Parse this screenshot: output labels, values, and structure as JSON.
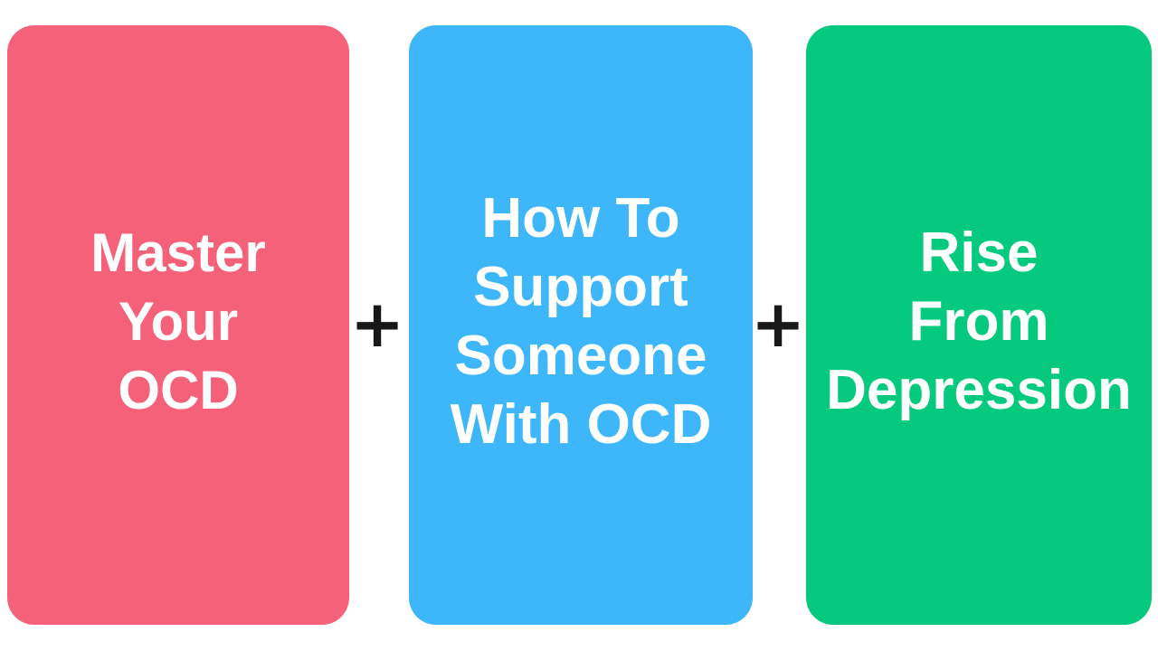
{
  "canvas": {
    "background_color": "#ffffff"
  },
  "cards": [
    {
      "id": "master-your-ocd",
      "title": "Master Your OCD",
      "lines": [
        "Master",
        "Your",
        "OCD"
      ],
      "background_color": "#f6617a",
      "text_color": "#ffffff"
    },
    {
      "id": "how-to-support-someone-with-ocd",
      "title": "How To Support Someone With OCD",
      "lines": [
        "How To",
        "Support",
        "Someone",
        "With OCD"
      ],
      "background_color": "#3eb6fa",
      "text_color": "#ffffff"
    },
    {
      "id": "rise-from-depression",
      "title": "Rise From Depression",
      "lines": [
        "Rise",
        "From",
        "Depression"
      ],
      "background_color": "#05ca7e",
      "text_color": "#ffffff"
    }
  ],
  "operators": [
    {
      "symbol": "+",
      "color": "#181818"
    },
    {
      "symbol": "+",
      "color": "#181818"
    }
  ]
}
